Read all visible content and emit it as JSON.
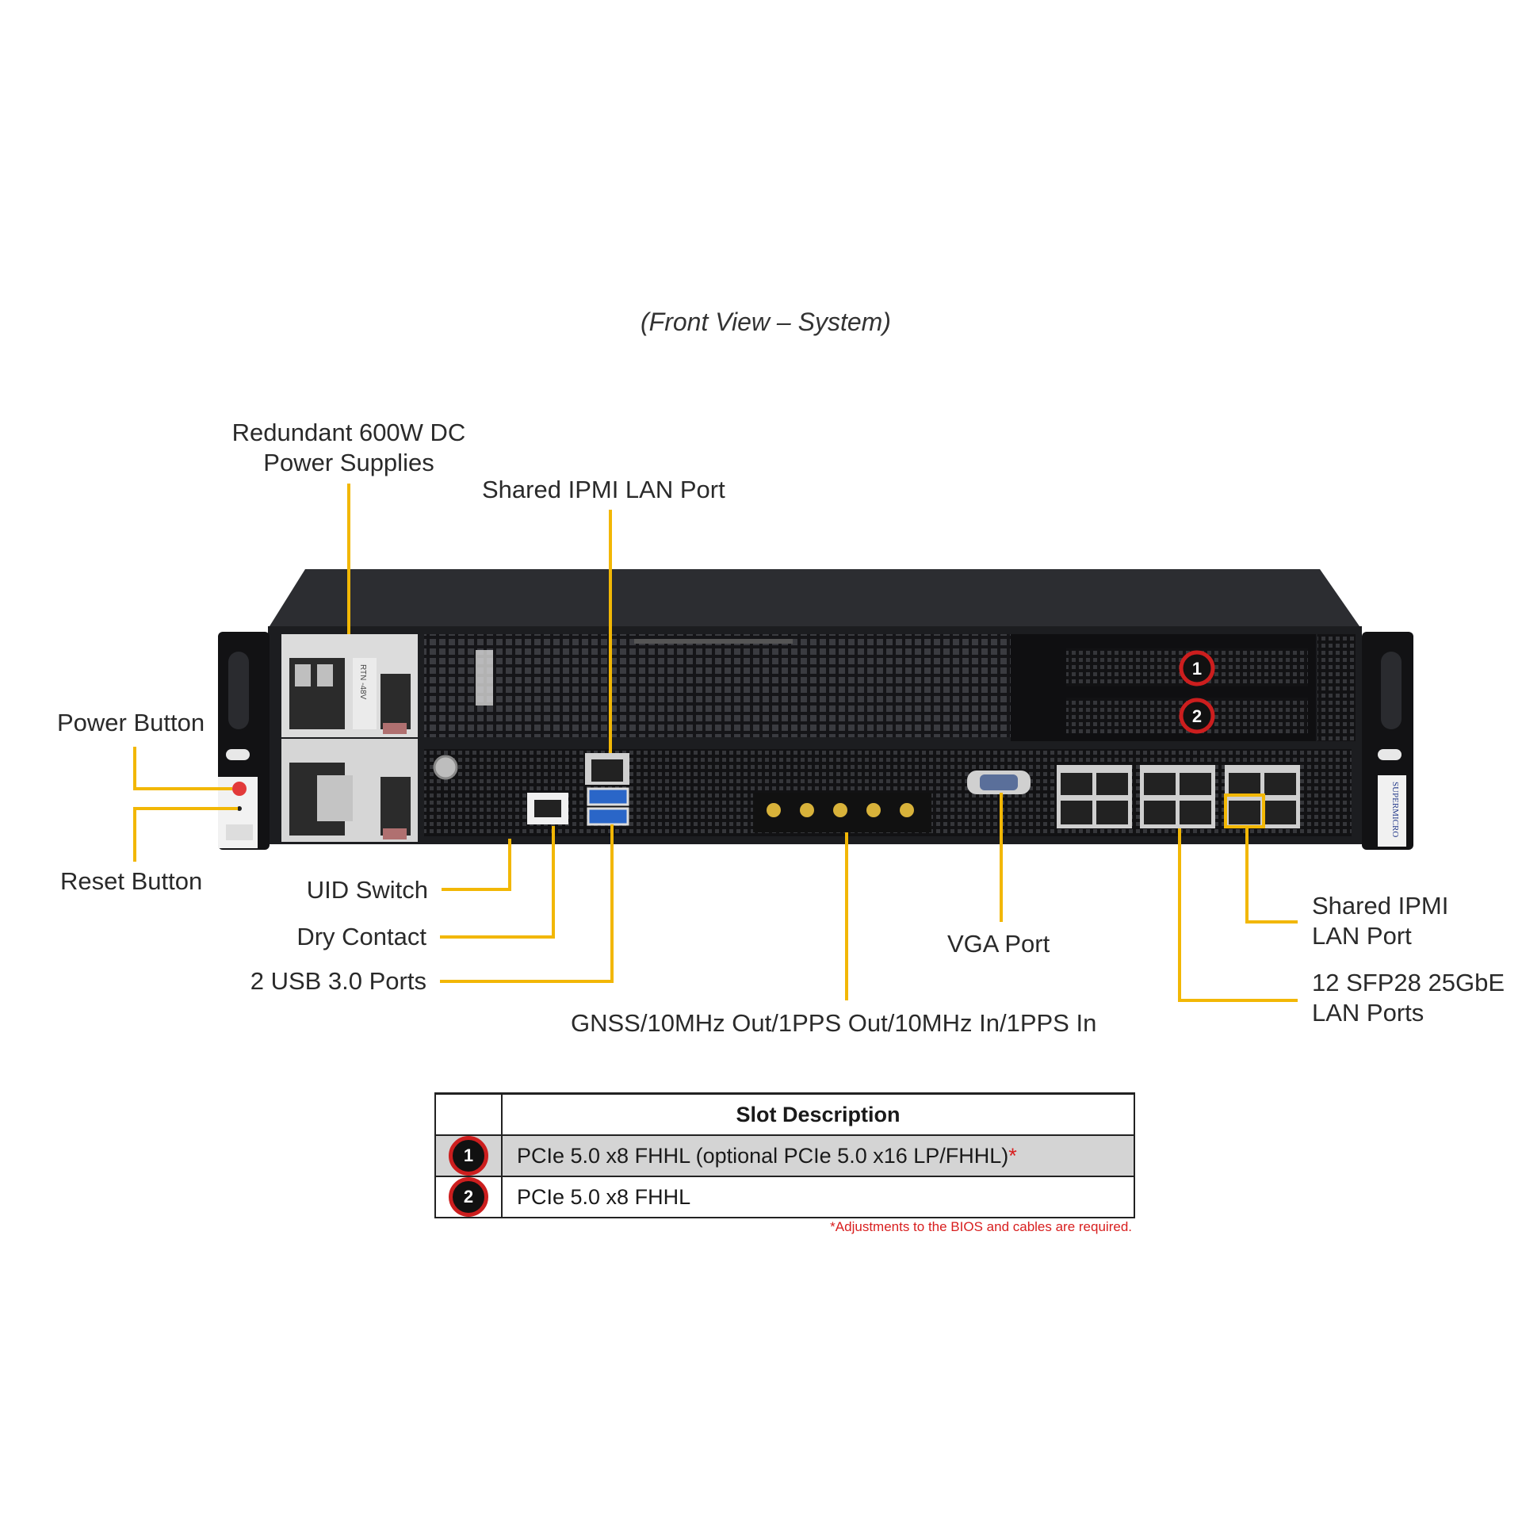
{
  "caption": "(Front View – System)",
  "labels": {
    "power_supplies_line1": "Redundant 600W DC",
    "power_supplies_line2": "Power Supplies",
    "shared_ipmi_top": "Shared IPMI LAN Port",
    "power_button": "Power Button",
    "reset_button": "Reset Button",
    "uid_switch": "UID Switch",
    "dry_contact": "Dry Contact",
    "usb_ports": "2 USB 3.0 Ports",
    "gnss": "GNSS/10MHz Out/1PPS Out/10MHz In/1PPS In",
    "vga_port": "VGA Port",
    "shared_ipmi_right_line1": "Shared IPMI",
    "shared_ipmi_right_line2": "LAN Port",
    "sfp_line1": "12 SFP28 25GbE",
    "sfp_line2": "LAN Ports"
  },
  "chassis": {
    "brand_vertical": "SUPERMICRO",
    "psu_marking": "RTN -48V"
  },
  "slot_markers": [
    "1",
    "2"
  ],
  "table": {
    "header": "Slot Description",
    "rows": [
      {
        "badge": "1",
        "text": "PCIe 5.0 x8 FHHL (optional PCIe 5.0 x16 LP/FHHL)",
        "star": "*"
      },
      {
        "badge": "2",
        "text": "PCIe 5.0 x8 FHHL",
        "star": ""
      }
    ],
    "footnote": "*Adjustments to the BIOS and cables are required."
  },
  "colors": {
    "callout": "#f2b705",
    "badge_ring": "#cc1e1e",
    "chassis": "#1c1d20",
    "footnote": "#d81e1e"
  }
}
